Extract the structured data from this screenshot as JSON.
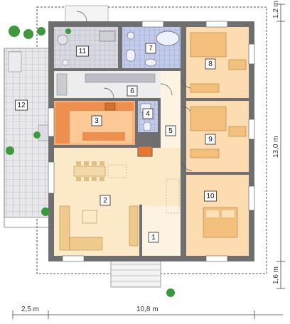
{
  "rooms": [
    {
      "id": "room-1",
      "number": "1"
    },
    {
      "id": "room-2",
      "number": "2"
    },
    {
      "id": "room-3",
      "number": "3"
    },
    {
      "id": "room-4",
      "number": "4"
    },
    {
      "id": "room-5",
      "number": "5"
    },
    {
      "id": "room-6",
      "number": "6"
    },
    {
      "id": "room-7",
      "number": "7"
    },
    {
      "id": "room-8",
      "number": "8"
    },
    {
      "id": "room-9",
      "number": "9"
    },
    {
      "id": "room-10",
      "number": "10"
    },
    {
      "id": "room-11",
      "number": "11"
    },
    {
      "id": "room-12",
      "number": "12"
    }
  ],
  "dimensions": {
    "bottom_left": "2,5 m",
    "bottom_main": "10,8 m",
    "right_top": "1,2 m",
    "right_main": "13,0 m",
    "right_bottom": "1,6 m"
  },
  "colors": {
    "wall": "#6f6f6f",
    "living": "#fbe9c8",
    "bedroom": "#fcdcb0",
    "kitchen": "#f5a36a",
    "bath": "#b9c4e6",
    "utility": "#d4d4dc",
    "terrace": "#e9e9ec",
    "hall": "#fdf3e2"
  },
  "icons": [
    "plant-icon",
    "bed-icon",
    "sofa-icon",
    "bathtub-icon",
    "toilet-icon",
    "fireplace-icon"
  ]
}
